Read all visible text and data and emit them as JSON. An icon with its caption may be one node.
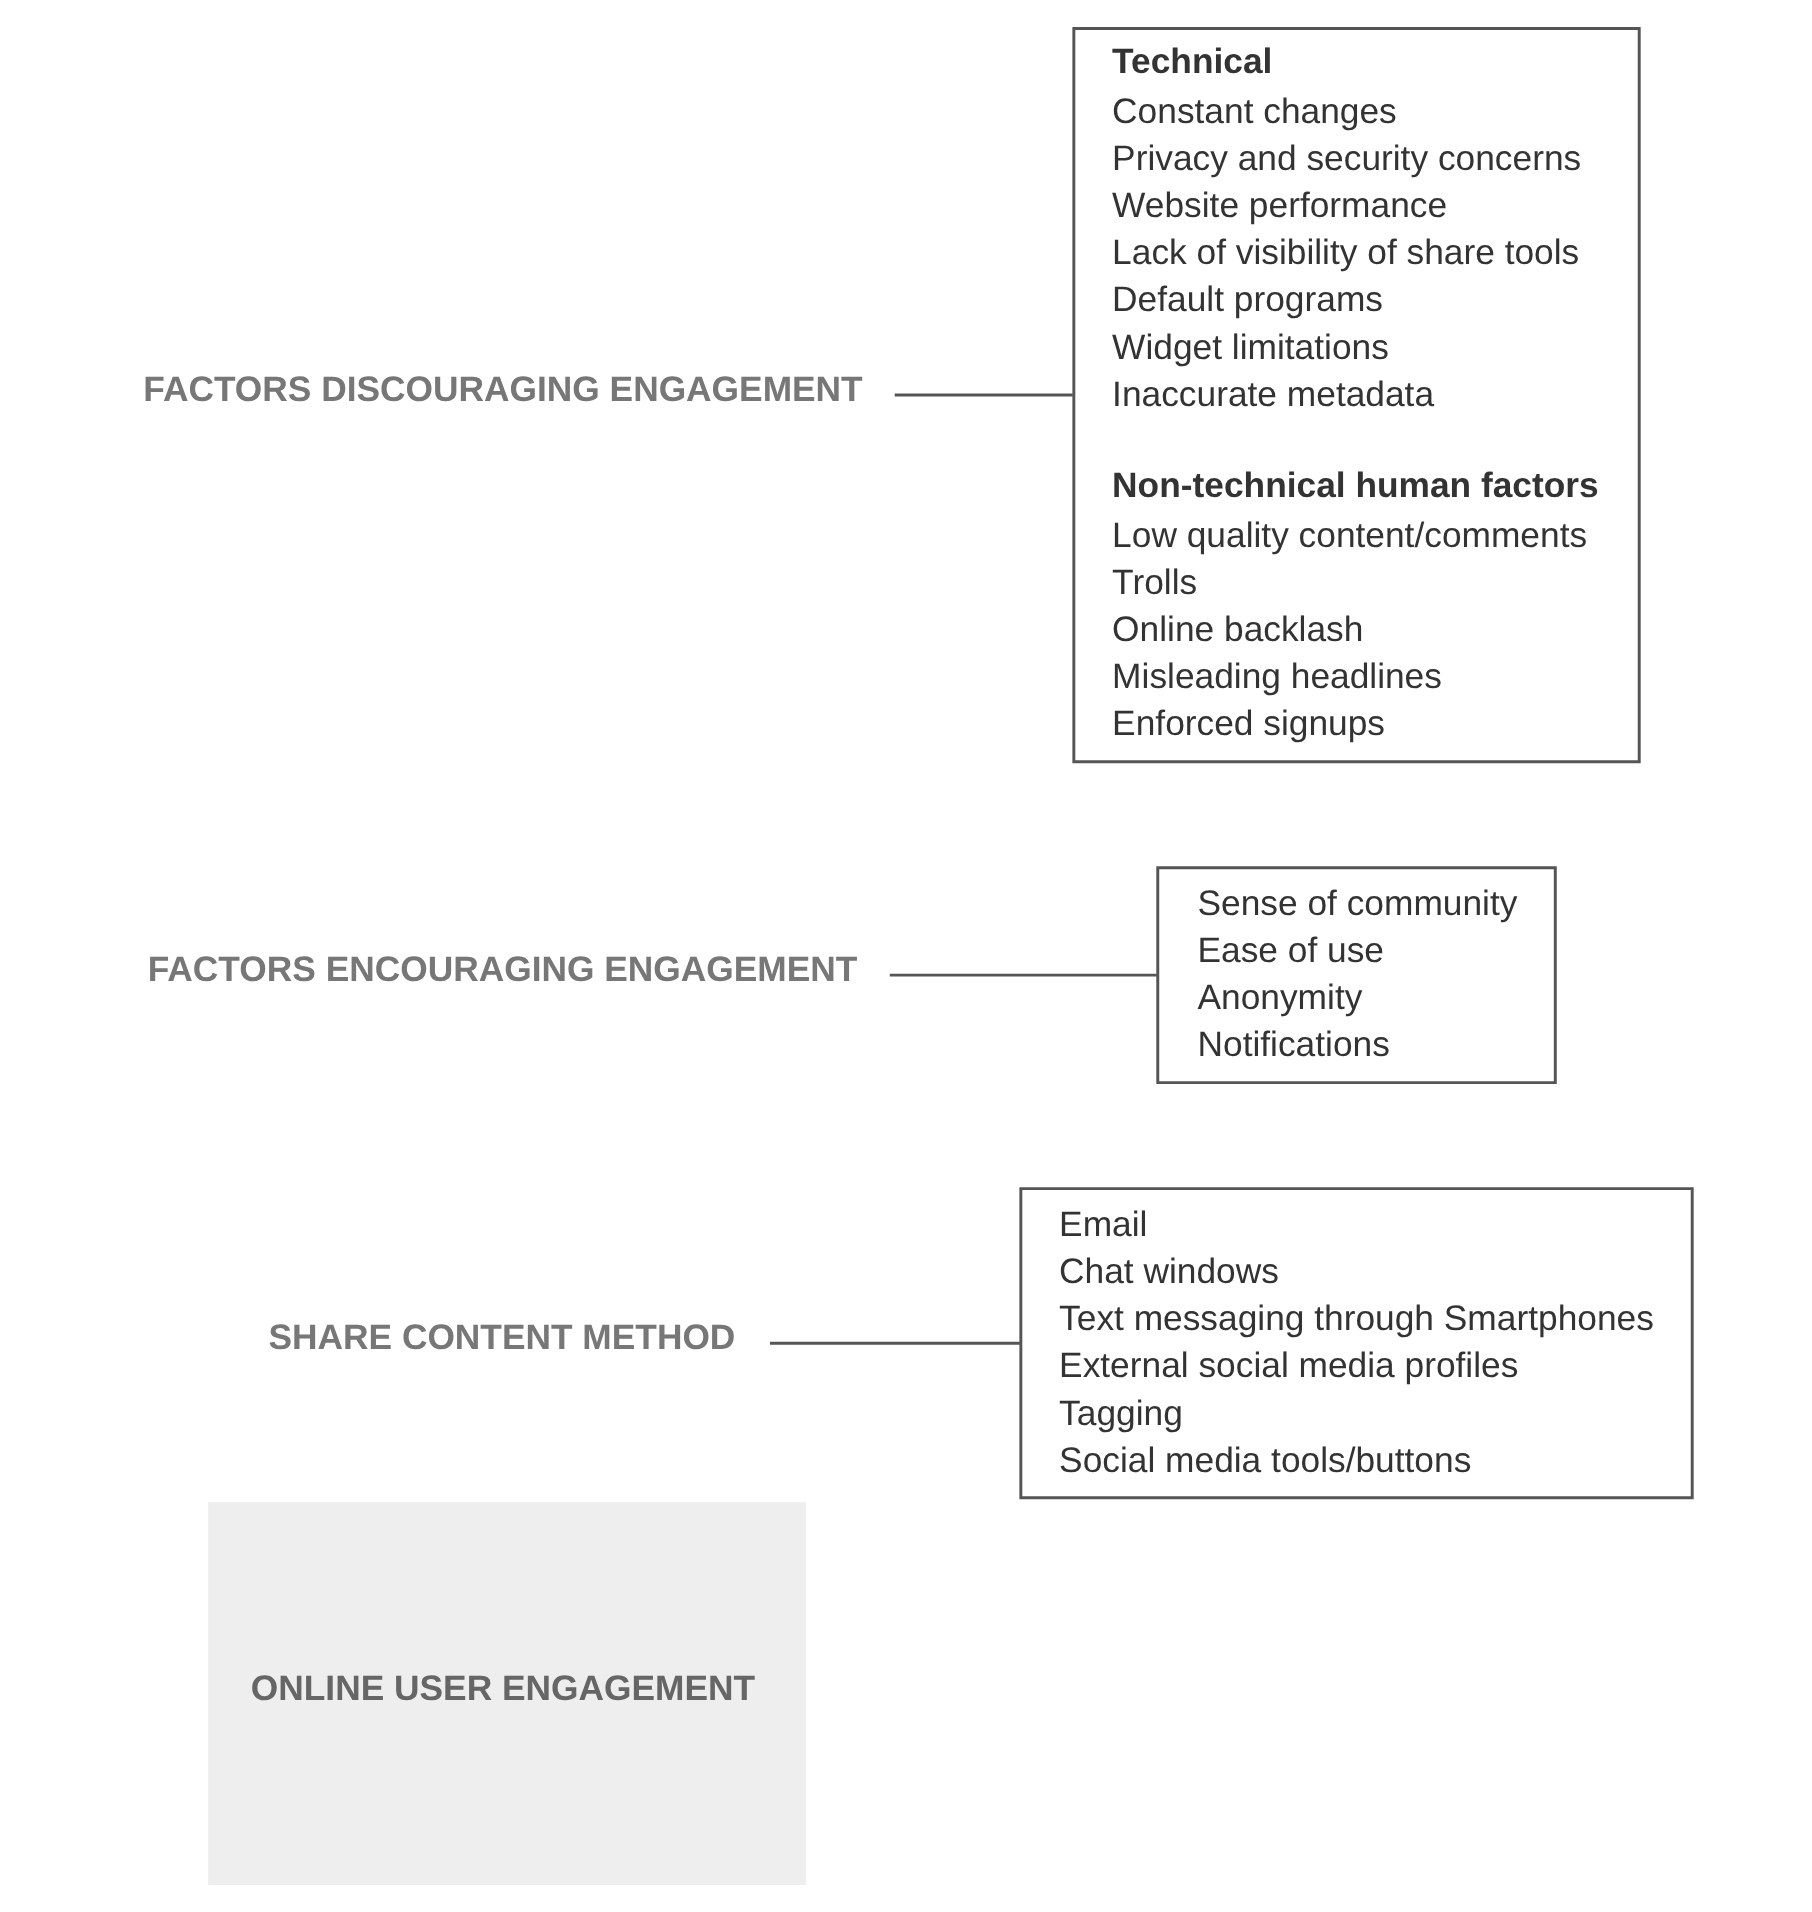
{
  "diagram": {
    "nodes": [
      {
        "text": [
          "ONLINE USER ENGAGEMENT"
        ]
      },
      {
        "text": [
          "SHARE CONTENT METHOD"
        ]
      },
      {
        "text": [
          "Email",
          "Chat windows",
          "Text messaging through Smartphones",
          "External social media profiles",
          "Tagging",
          "Social media tools/buttons"
        ]
      },
      {
        "text": [
          "FACTORS ENCOURAGING ENGAGEMENT"
        ]
      },
      {
        "text": [
          "Sense of community",
          "Ease of use",
          "Anonymity",
          "Notifications"
        ]
      },
      {
        "text": [
          "FACTORS DISCOURAGING ENGAGEMENT"
        ]
      },
      {
        "text": [
          "Technical",
          "Constant changes",
          "Privacy and security concerns",
          "Website performance",
          "Lack of visibility of share tools",
          "Default programs",
          "Widget limitations",
          "Inaccurate metadata",
          "Non-technical human factors",
          "Low quality content/comments",
          "Trolls",
          "Online backlash",
          "Misleading headlines",
          "Enforced signups"
        ]
      }
    ],
    "edges": [
      {
        "from": 1,
        "to": 2,
        "arrow": "none"
      },
      {
        "from": 3,
        "to": 4,
        "arrow": "none"
      },
      {
        "from": 5,
        "to": 6,
        "arrow": "none"
      }
    ]
  }
}
